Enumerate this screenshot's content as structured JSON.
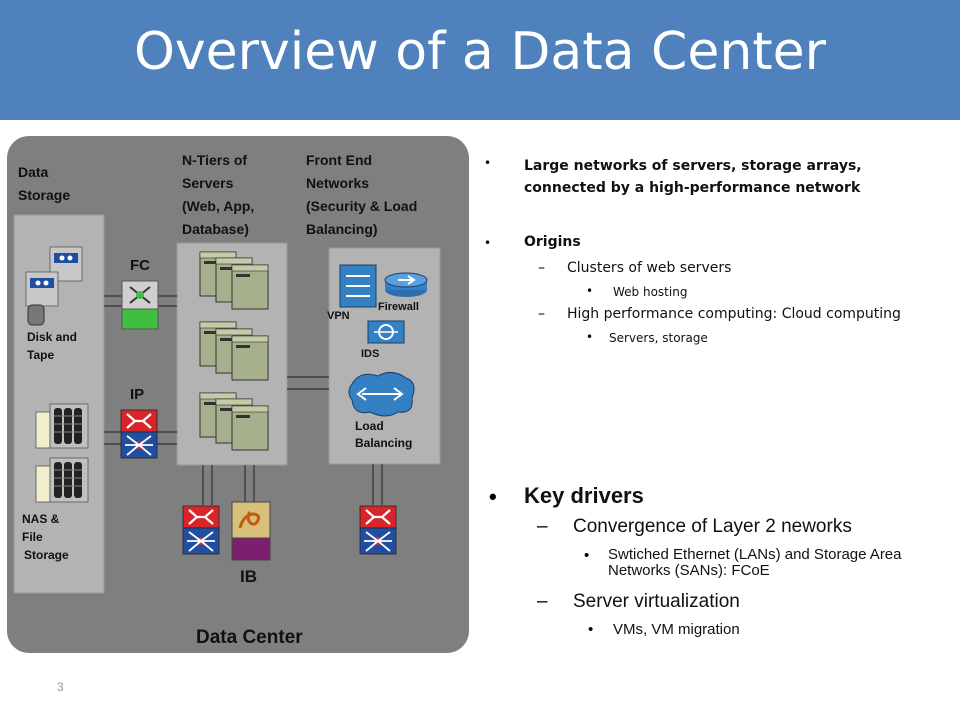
{
  "title": "Overview of a Data Center",
  "diagram": {
    "data_storage_label_1": "Data",
    "data_storage_label_2": "Storage",
    "ntiers_label": [
      "N-Tiers of",
      "Servers",
      "(Web, App,",
      "Database)"
    ],
    "frontend_label": [
      "Front End",
      "Networks",
      "(Security & Load",
      "Balancing)"
    ],
    "fc_label": "FC",
    "ip_label": "IP",
    "ib_label": "IB",
    "disk_tape_label": [
      "Disk and",
      "Tape"
    ],
    "nas_label": [
      "NAS &",
      "File",
      "Storage"
    ],
    "vpn_label": "VPN",
    "firewall_label": "Firewall",
    "ids_label": "IDS",
    "load_balancing_label": [
      "Load",
      "Balancing"
    ],
    "data_center_label": "Data Center"
  },
  "bullets": {
    "item1": "Large networks of servers, storage arrays, connected by a high-performance network",
    "item2": "Origins",
    "item2_sub1": "Clusters of web servers",
    "item2_sub1_sub1": "Web hosting",
    "item2_sub2": "High performance computing: Cloud computing",
    "item2_sub2_sub1": "Servers, storage",
    "key_drivers": "Key drivers",
    "kd_sub1": "Convergence of Layer 2 neworks",
    "kd_sub1_sub1": "Swtiched Ethernet (LANs) and Storage Area Networks (SANs): FCoE",
    "kd_sub2": "Server virtualization",
    "kd_sub2_sub1": "VMs, VM migration"
  },
  "page_number": "3",
  "colors": {
    "title_bar": "#4f81bd",
    "panel": "#7f7f7f",
    "inner_panel": "#b3b3b3",
    "server": "#a6b08c",
    "switch_red": "#d9252a",
    "switch_blue": "#1f4ea3",
    "ib_purple": "#7b1f6e",
    "fc_green": "#3fbf3f",
    "router_blue": "#3380c4"
  }
}
